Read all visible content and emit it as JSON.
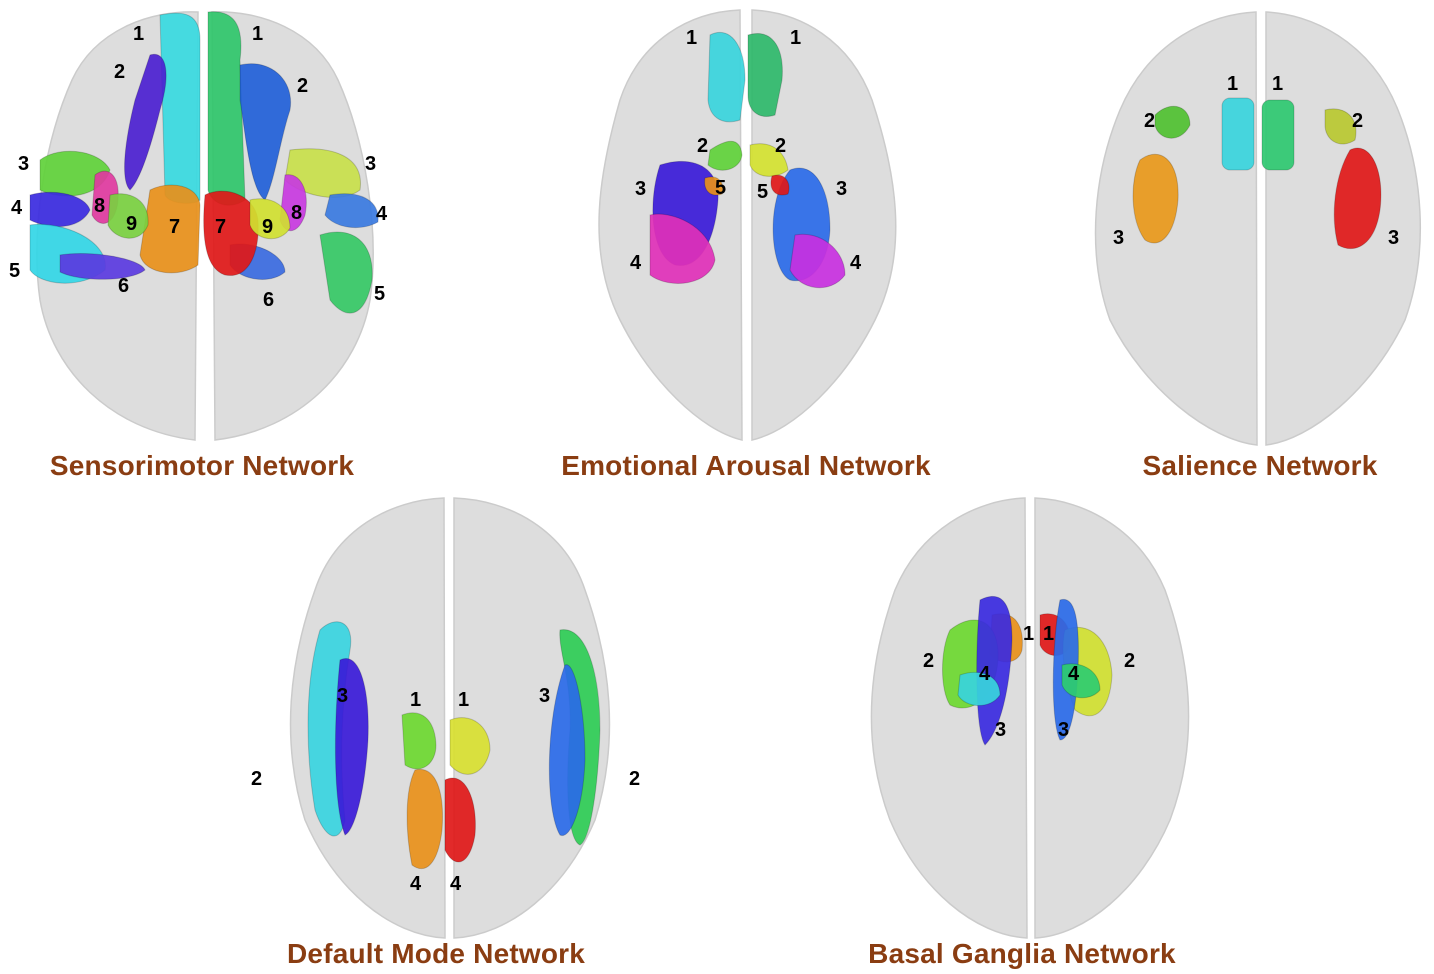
{
  "panels": [
    {
      "id": "sensorimotor",
      "title": "Sensorimotor Network",
      "regions": [
        {
          "label": "1",
          "side": "left",
          "color": "#37d9e0"
        },
        {
          "label": "1",
          "side": "right",
          "color": "#2fc56a"
        },
        {
          "label": "2",
          "side": "left",
          "color": "#4b1fd0"
        },
        {
          "label": "2",
          "side": "right",
          "color": "#2160d8"
        },
        {
          "label": "3",
          "side": "left",
          "color": "#5fd13a"
        },
        {
          "label": "3",
          "side": "right",
          "color": "#c8e04a"
        },
        {
          "label": "4",
          "side": "left",
          "color": "#3a2ae0"
        },
        {
          "label": "4",
          "side": "right",
          "color": "#3a7ae0"
        },
        {
          "label": "5",
          "side": "left",
          "color": "#32d6e6"
        },
        {
          "label": "5",
          "side": "right",
          "color": "#35c865"
        },
        {
          "label": "6",
          "side": "left",
          "color": "#5a3ae0"
        },
        {
          "label": "6",
          "side": "right",
          "color": "#3a6ae0"
        },
        {
          "label": "7",
          "side": "left",
          "color": "#e8901a"
        },
        {
          "label": "7",
          "side": "right",
          "color": "#e01818"
        },
        {
          "label": "8",
          "side": "left",
          "color": "#e03aa0"
        },
        {
          "label": "8",
          "side": "right",
          "color": "#c83ae0"
        },
        {
          "label": "9",
          "side": "left",
          "color": "#7ad040"
        },
        {
          "label": "9",
          "side": "right",
          "color": "#d0e030"
        }
      ]
    },
    {
      "id": "emotional-arousal",
      "title": "Emotional Arousal Network",
      "regions": [
        {
          "label": "1",
          "side": "left",
          "color": "#38d4dc"
        },
        {
          "label": "1",
          "side": "right",
          "color": "#2eb86a"
        },
        {
          "label": "2",
          "side": "left",
          "color": "#5fd13a"
        },
        {
          "label": "2",
          "side": "right",
          "color": "#d4e230"
        },
        {
          "label": "3",
          "side": "left",
          "color": "#3a1ad8"
        },
        {
          "label": "3",
          "side": "right",
          "color": "#2a6ae8"
        },
        {
          "label": "4",
          "side": "left",
          "color": "#e030b8"
        },
        {
          "label": "4",
          "side": "right",
          "color": "#c830e0"
        },
        {
          "label": "5",
          "side": "left",
          "color": "#e8901a"
        },
        {
          "label": "5",
          "side": "right",
          "color": "#e01818"
        }
      ]
    },
    {
      "id": "salience",
      "title": "Salience Network",
      "regions": [
        {
          "label": "1",
          "side": "left",
          "color": "#38d4dc"
        },
        {
          "label": "1",
          "side": "right",
          "color": "#2ec870"
        },
        {
          "label": "2",
          "side": "left",
          "color": "#4fc030"
        },
        {
          "label": "2",
          "side": "right",
          "color": "#b8c830"
        },
        {
          "label": "3",
          "side": "left",
          "color": "#e8981a"
        },
        {
          "label": "3",
          "side": "right",
          "color": "#e01818"
        }
      ]
    },
    {
      "id": "default-mode",
      "title": "Default Mode Network",
      "regions": [
        {
          "label": "1",
          "side": "left",
          "color": "#6cd830"
        },
        {
          "label": "1",
          "side": "right",
          "color": "#d8e030"
        },
        {
          "label": "2",
          "side": "left",
          "color": "#38d4e0"
        },
        {
          "label": "2",
          "side": "right",
          "color": "#2ecc55"
        },
        {
          "label": "3",
          "side": "left",
          "color": "#3a1ad8"
        },
        {
          "label": "3",
          "side": "right",
          "color": "#2a6ae8"
        },
        {
          "label": "4",
          "side": "left",
          "color": "#e8901a"
        },
        {
          "label": "4",
          "side": "right",
          "color": "#e01818"
        }
      ]
    },
    {
      "id": "basal-ganglia",
      "title": "Basal Ganglia Network",
      "regions": [
        {
          "label": "1",
          "side": "left",
          "color": "#e8901a"
        },
        {
          "label": "1",
          "side": "right",
          "color": "#e01818"
        },
        {
          "label": "2",
          "side": "left",
          "color": "#6cd830"
        },
        {
          "label": "2",
          "side": "right",
          "color": "#d0e030"
        },
        {
          "label": "3",
          "side": "left",
          "color": "#3a2ae0"
        },
        {
          "label": "3",
          "side": "right",
          "color": "#2a6ae8"
        },
        {
          "label": "4",
          "side": "left",
          "color": "#38d4dc"
        },
        {
          "label": "4",
          "side": "right",
          "color": "#2ecc70"
        }
      ]
    }
  ],
  "brain_color": "#dcdcdc",
  "title_color": "#8a3d12"
}
